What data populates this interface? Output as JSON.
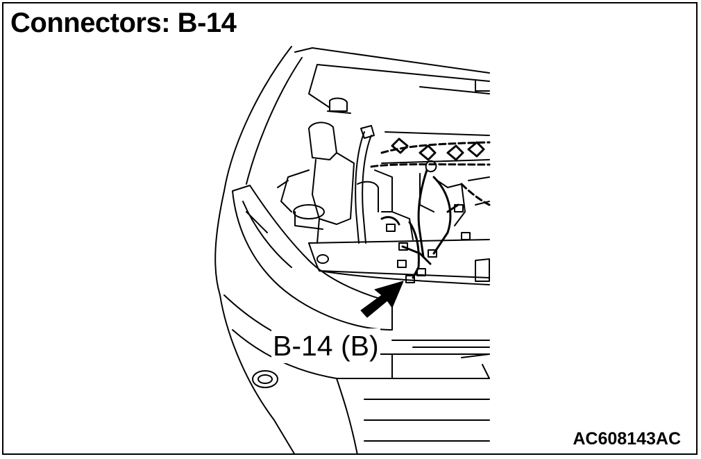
{
  "diagram": {
    "title": "Connectors: B-14",
    "callout_label": "B-14 (B)",
    "figure_code": "AC608143AC",
    "line_color": "#000000",
    "background_color": "#ffffff",
    "pointer": "arrow-pointing-up-right-to-connector"
  }
}
